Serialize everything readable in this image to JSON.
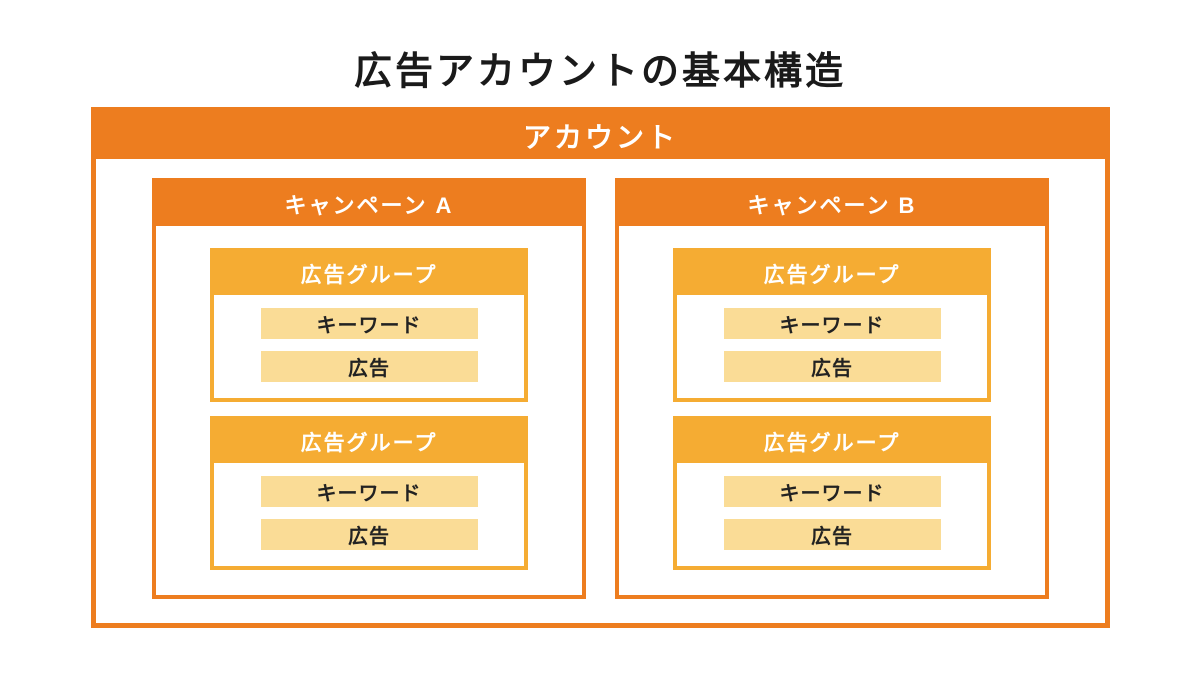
{
  "title": "広告アカウントの基本構造",
  "colors": {
    "main_orange": "#ED7D1F",
    "group_orange": "#F5AC33",
    "item_cream": "#FADC96",
    "title_text": "#1A1A1A",
    "item_text": "#222222",
    "header_text": "#FFFFFF"
  },
  "account": {
    "label": "アカウント",
    "campaigns": [
      {
        "label": "キャンペーン A",
        "ad_groups": [
          {
            "label": "広告グループ",
            "items": [
              {
                "label": "キーワード"
              },
              {
                "label": "広告"
              }
            ]
          },
          {
            "label": "広告グループ",
            "items": [
              {
                "label": "キーワード"
              },
              {
                "label": "広告"
              }
            ]
          }
        ]
      },
      {
        "label": "キャンペーン B",
        "ad_groups": [
          {
            "label": "広告グループ",
            "items": [
              {
                "label": "キーワード"
              },
              {
                "label": "広告"
              }
            ]
          },
          {
            "label": "広告グループ",
            "items": [
              {
                "label": "キーワード"
              },
              {
                "label": "広告"
              }
            ]
          }
        ]
      }
    ]
  }
}
